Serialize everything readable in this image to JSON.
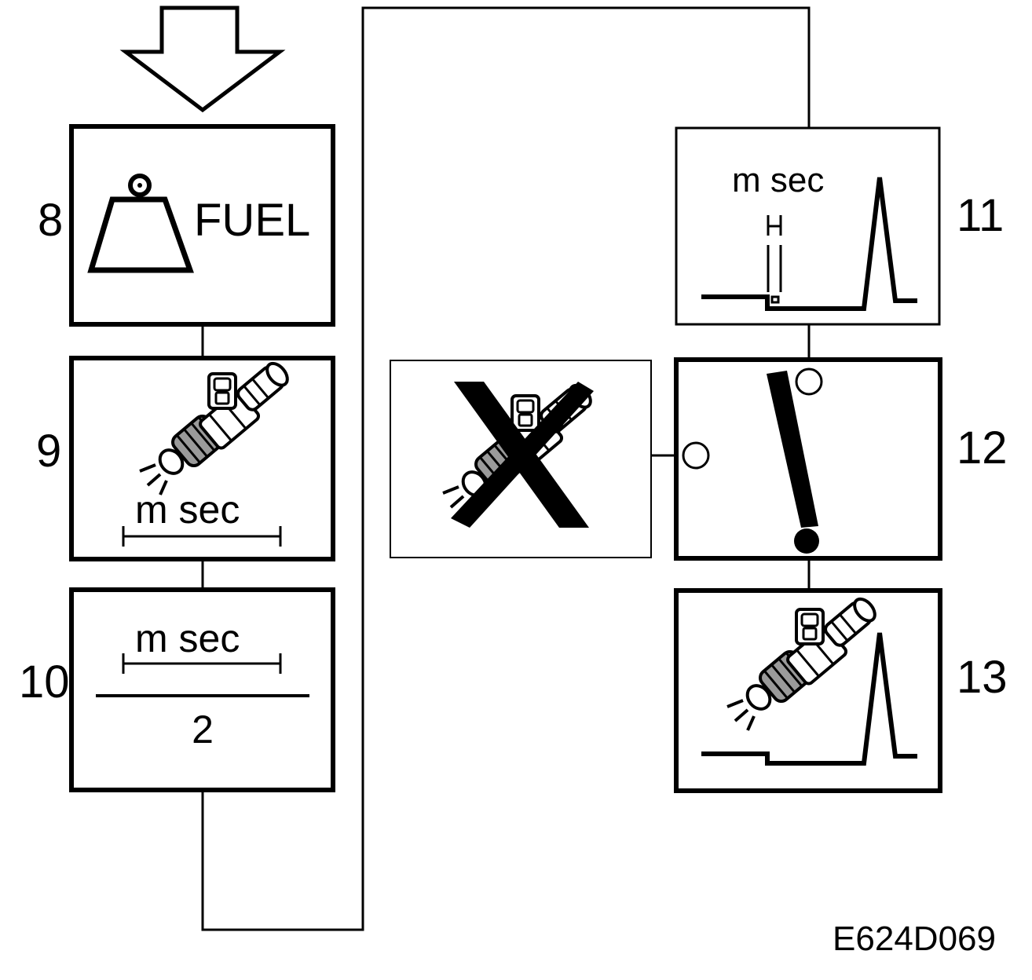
{
  "steps": [
    {
      "number": "8",
      "label": "FUEL"
    },
    {
      "number": "9",
      "label": "m sec"
    },
    {
      "number": "10",
      "label": "m sec",
      "divisor": "2"
    },
    {
      "number": "11",
      "label": "m sec"
    },
    {
      "number": "12"
    },
    {
      "number": "13"
    }
  ],
  "figure_code": "E624D069",
  "colors": {
    "ink": "#000000",
    "paper": "#ffffff",
    "injector_shade": "#9a9a9a"
  },
  "icons": [
    "arrow-down-icon",
    "weight-icon",
    "fuel-injector-icon",
    "crossed-injector-icon",
    "exclamation-icon",
    "pulse-waveform-icon"
  ]
}
